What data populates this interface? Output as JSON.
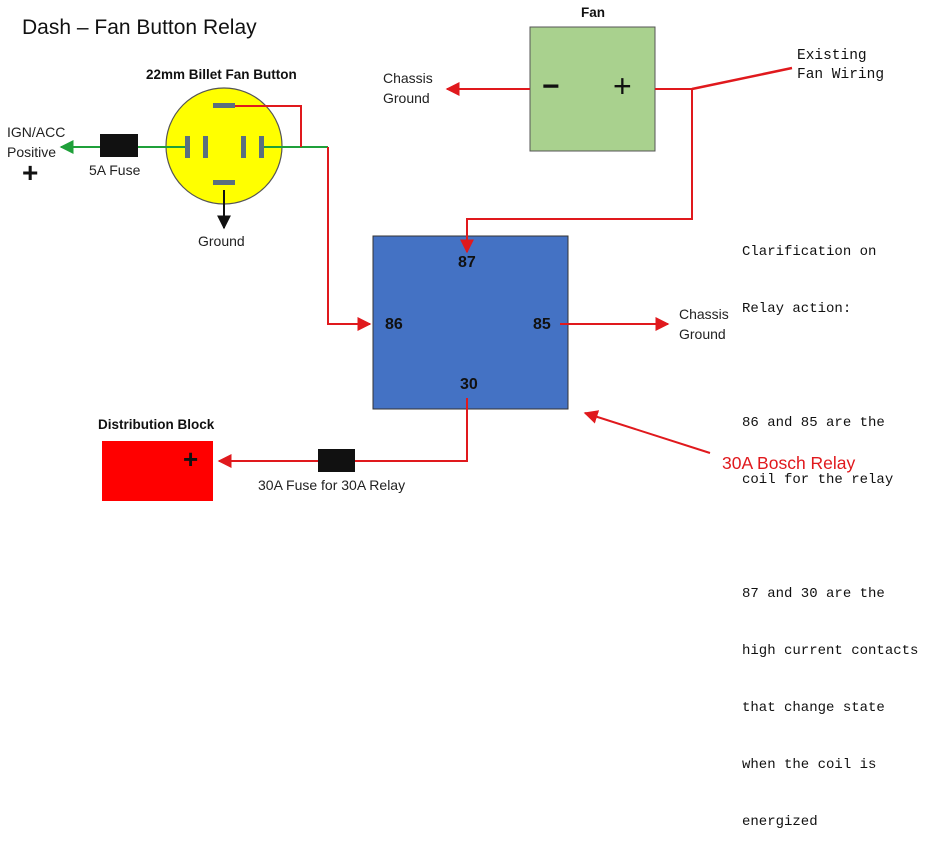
{
  "title": "Dash – Fan Button Relay",
  "fan": {
    "label": "Fan",
    "minus": "−",
    "plus": "+"
  },
  "fan_button": {
    "label": "22mm Billet Fan Button"
  },
  "ign": {
    "label_line1": "IGN/ACC",
    "label_line2": "Positive",
    "plus": "+"
  },
  "fuse_5a": {
    "label": "5A Fuse"
  },
  "ground_button": {
    "label": "Ground"
  },
  "chassis_ground_fan": {
    "line1": "Chassis",
    "line2": "Ground"
  },
  "chassis_ground_relay": {
    "line1": "Chassis",
    "line2": "Ground"
  },
  "existing_wiring": {
    "line1": "Existing",
    "line2": "Fan Wiring"
  },
  "relay": {
    "pin_87": "87",
    "pin_86": "86",
    "pin_85": "85",
    "pin_30": "30",
    "label": "30A Bosch Relay"
  },
  "distribution_block": {
    "label": "Distribution Block",
    "plus": "+"
  },
  "fuse_30a": {
    "label": "30A Fuse for 30A Relay"
  },
  "clarification": {
    "lines": [
      "Clarification on",
      "Relay action:",
      "",
      "86 and 85 are the",
      "coil for the relay",
      "",
      "87 and 30 are the",
      "high current contacts",
      "that change state",
      "when the coil is",
      "energized"
    ]
  },
  "colors": {
    "wire_red": "#e0191d",
    "wire_green": "#1fa03a",
    "fan_fill": "#a9d18e",
    "button_fill": "#ffff00",
    "relay_fill": "#4472c4",
    "dist_fill": "#ff0000",
    "terminal": "#5a6f80"
  }
}
